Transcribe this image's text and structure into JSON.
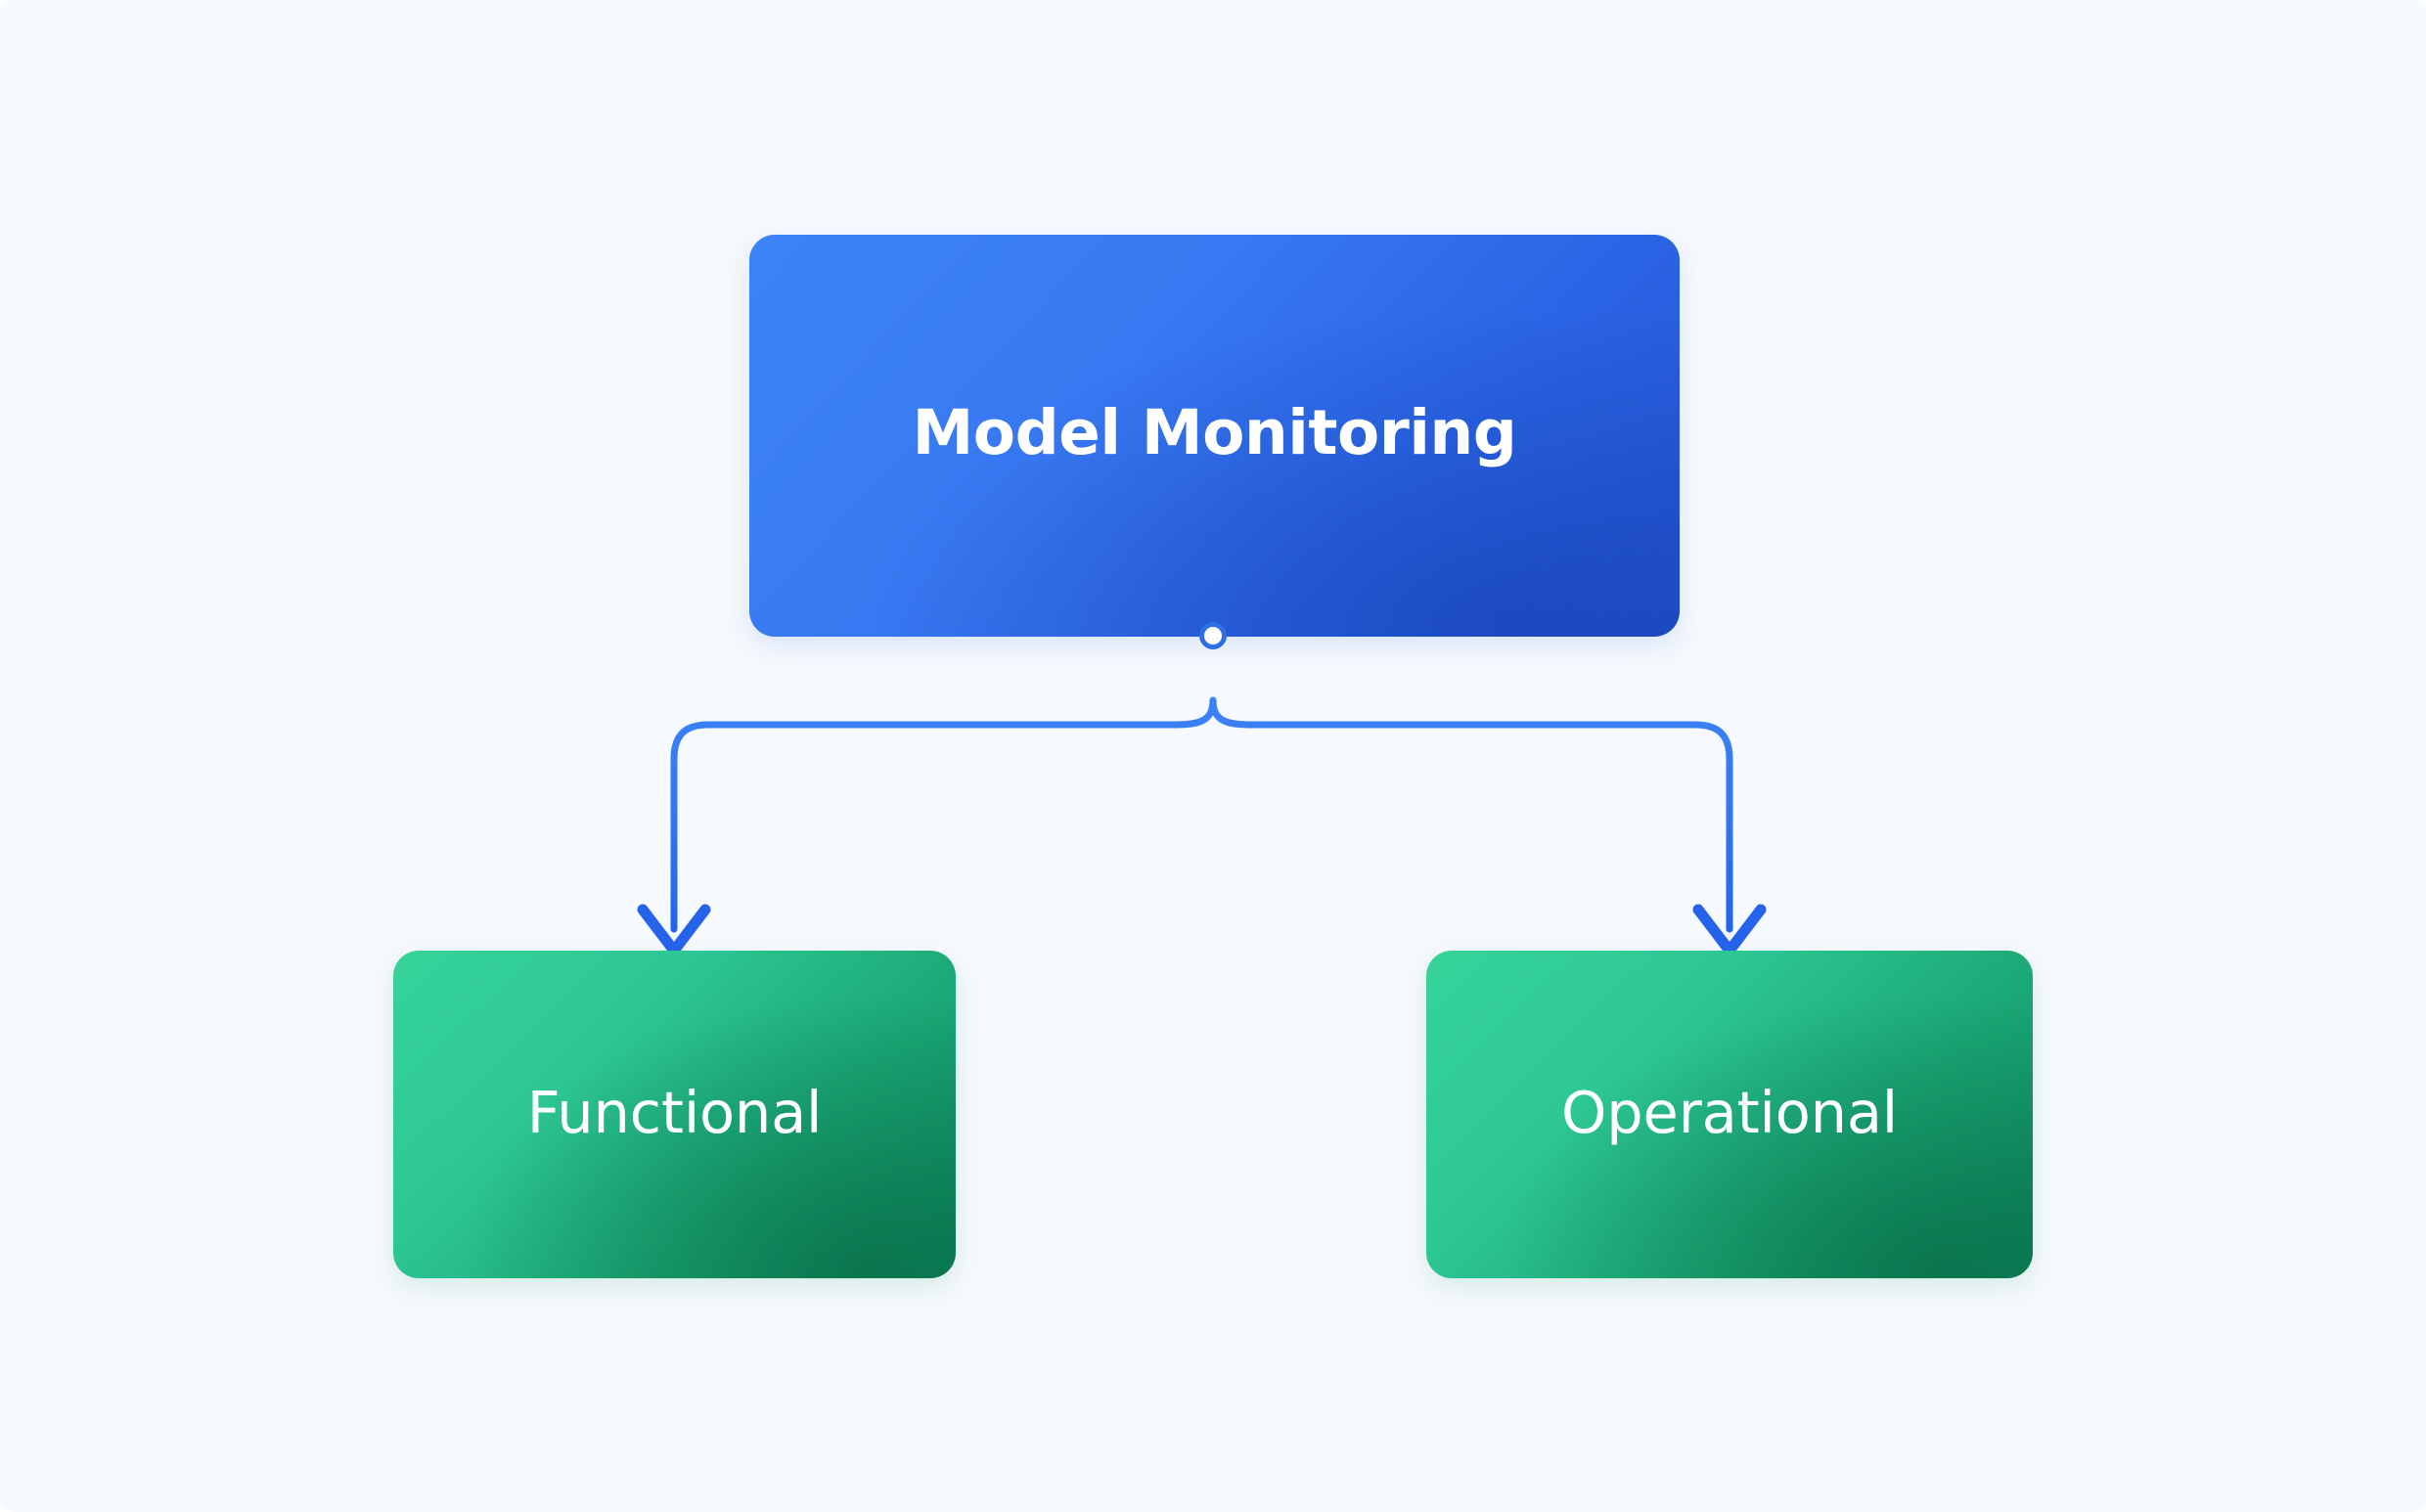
{
  "diagram": {
    "type": "tree",
    "title_node": "Model Monitoring",
    "background_color": "#f6f9fd",
    "root": {
      "id": "model-monitoring",
      "label": "Model Monitoring",
      "shape": "rounded-rectangle",
      "fill_gradient_from": "#3d84f7",
      "fill_gradient_to": "#2354d2",
      "text_color": "#ffffff"
    },
    "children": [
      {
        "id": "functional",
        "label": "Functional",
        "shape": "rounded-rectangle",
        "fill_gradient_from": "#36d39b",
        "fill_gradient_to": "#0e8b60",
        "text_color": "#ffffff"
      },
      {
        "id": "operational",
        "label": "Operational",
        "shape": "rounded-rectangle",
        "fill_gradient_from": "#36d39b",
        "fill_gradient_to": "#0e8b60",
        "text_color": "#ffffff"
      }
    ],
    "edges": [
      {
        "from": "model-monitoring",
        "to": "functional",
        "style": "elbow-curved",
        "arrow": "open-chevron",
        "color": "#2f6fe4"
      },
      {
        "from": "model-monitoring",
        "to": "operational",
        "style": "elbow-curved",
        "arrow": "open-chevron",
        "color": "#2f6fe4"
      }
    ],
    "connector_anchor": {
      "name": "source-handle-dot",
      "color": "#ffffff",
      "ring_color": "#2f6fe4"
    }
  }
}
